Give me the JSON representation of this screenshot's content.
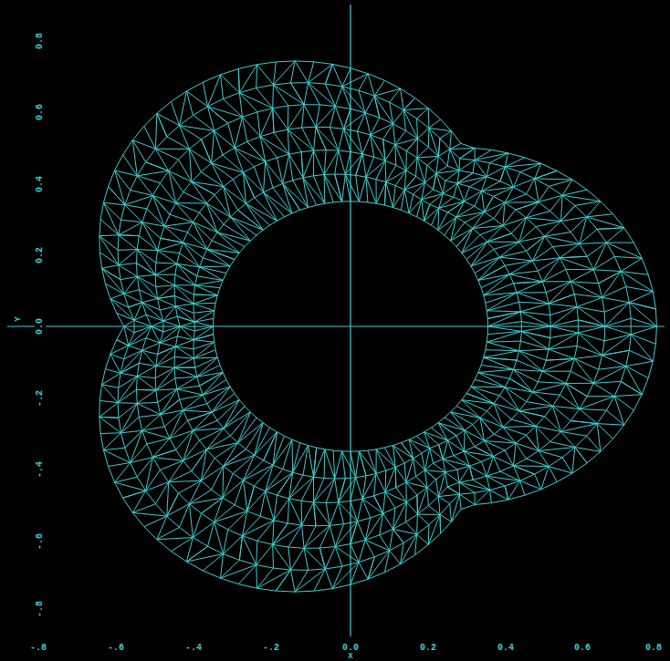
{
  "diagram": {
    "labels": [
      "-.8",
      "-.6",
      "-.4",
      "-.2",
      "0.0",
      "0.2",
      "0.4",
      "0.6",
      "0.8",
      "X",
      "0.8",
      "0.6",
      "0.4",
      "0.2",
      "0.0",
      "-.2",
      "-.4",
      "-.6",
      "-.8",
      "Y"
    ]
  }
}
